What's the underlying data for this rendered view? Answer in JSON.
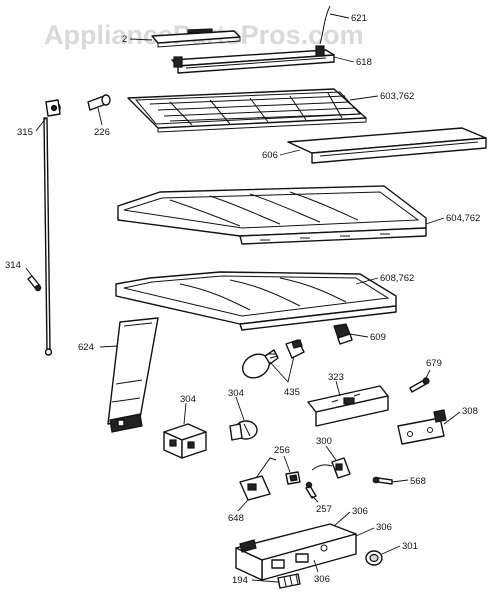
{
  "watermark": "AppliancePartsPros.com",
  "labels": {
    "p2": "2",
    "p621": "621",
    "p618": "618",
    "p603": "603,762",
    "p315": "315",
    "p226": "226",
    "p606": "606",
    "p604": "604,762",
    "p314": "314",
    "p608": "608,762",
    "p609": "609",
    "p624": "624",
    "p679": "679",
    "p435": "435",
    "p323": "323",
    "p304a": "304",
    "p304b": "304",
    "p308": "308",
    "p256": "256",
    "p300": "300",
    "p568": "568",
    "p257": "257",
    "p648": "648",
    "p306a": "306",
    "p306b": "306",
    "p301": "301",
    "p194": "194",
    "p306c": "306"
  }
}
